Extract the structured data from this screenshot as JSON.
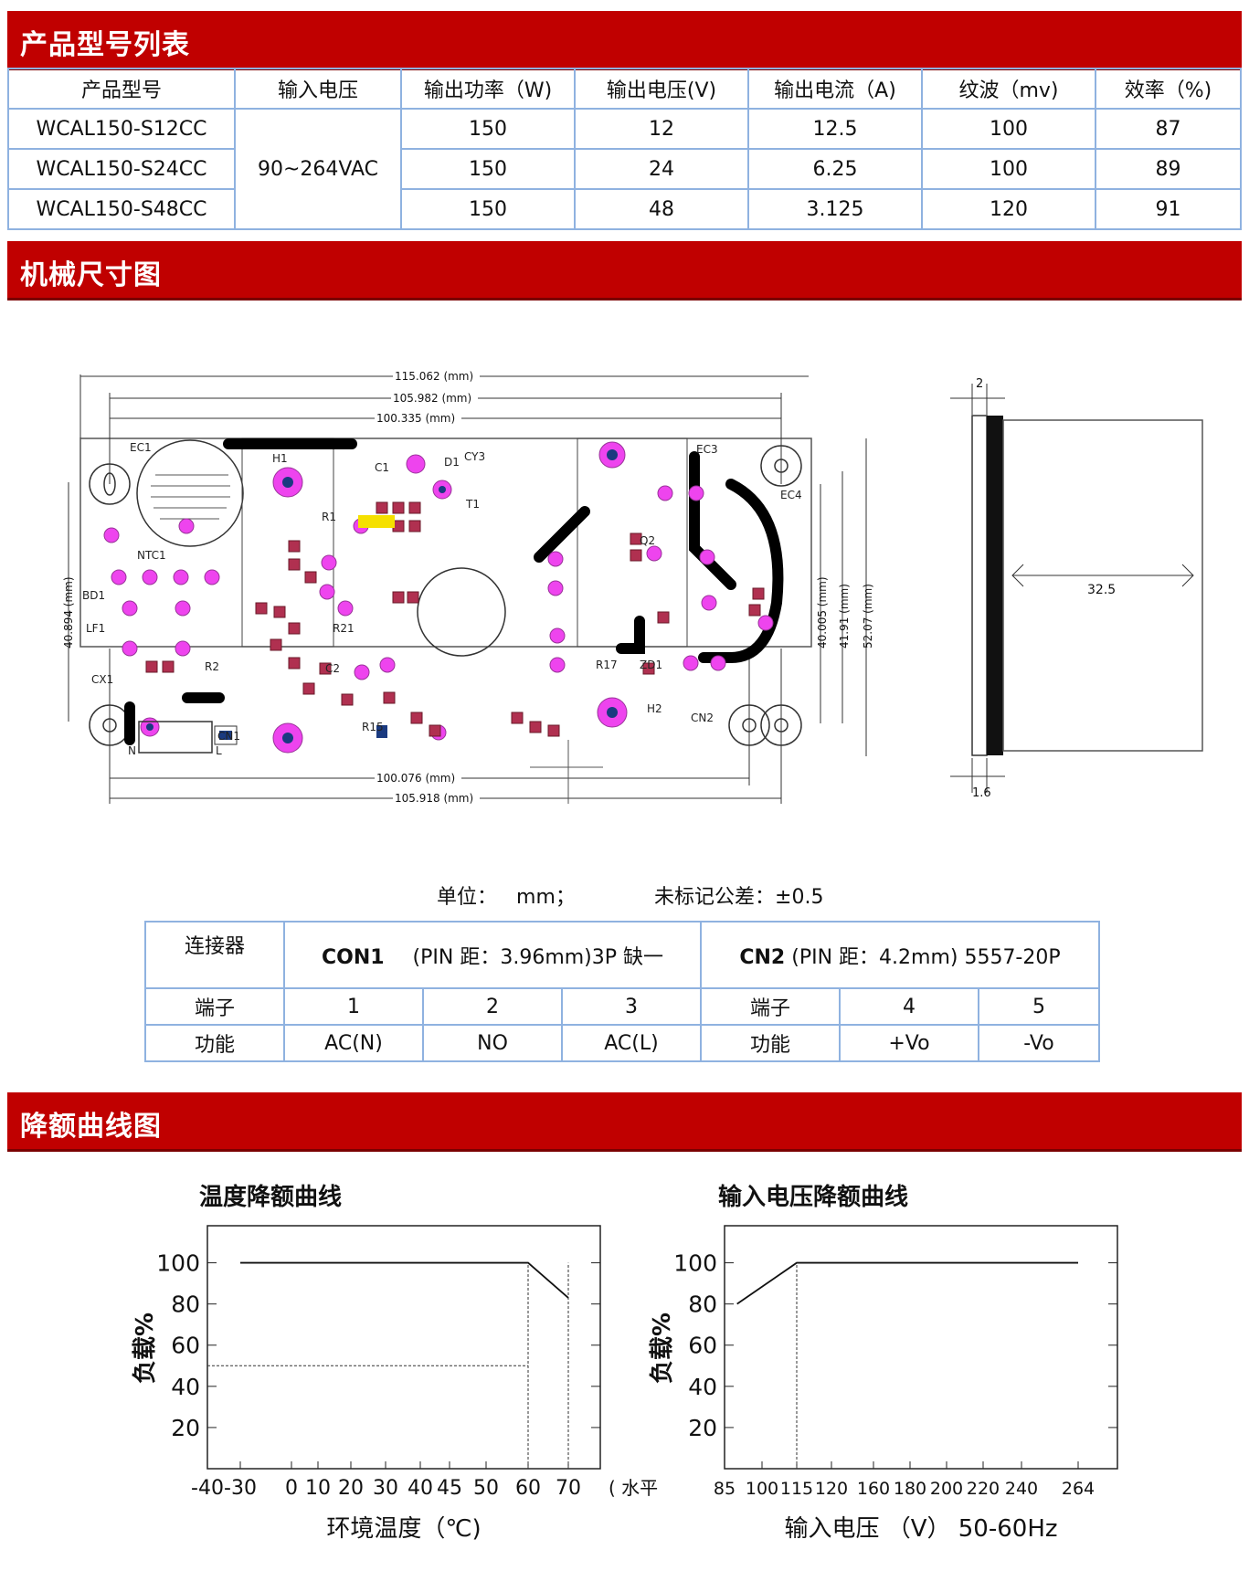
{
  "sections": {
    "product_list": "产品型号列表",
    "mechanical": "机械尺寸图",
    "derating": "降额曲线图"
  },
  "spec_table": {
    "headers": [
      "产品型号",
      "输入电压",
      "输出功率（W)",
      "输出电压(V)",
      "输出电流（A)",
      "纹波（mv)",
      "效率（%)"
    ],
    "input_voltage": "90~264VAC",
    "rows": [
      {
        "model": "WCAL150-S12CC",
        "power": "150",
        "voltage": "12",
        "current": "12.5",
        "ripple": "100",
        "efficiency": "87"
      },
      {
        "model": "WCAL150-S24CC",
        "power": "150",
        "voltage": "24",
        "current": "6.25",
        "ripple": "100",
        "efficiency": "89"
      },
      {
        "model": "WCAL150-S48CC",
        "power": "150",
        "voltage": "48",
        "current": "3.125",
        "ripple": "120",
        "efficiency": "91"
      }
    ]
  },
  "drawing": {
    "dim_top_1": "115.062 (mm)",
    "dim_top_2": "105.982 (mm)",
    "dim_top_3": "100.335 (mm)",
    "dim_bottom_1": "100.076 (mm)",
    "dim_bottom_2": "105.918 (mm)",
    "dim_left": "40.894 (mm)",
    "dim_right_1": "40.005 (mm)",
    "dim_right_2": "41.91 (mm)",
    "dim_right_3": "52.07 (mm)",
    "side_top": "2",
    "side_width": "32.5",
    "side_bottom": "1.6",
    "labels": [
      "EC1",
      "NTC1",
      "BD1",
      "LF1",
      "CX1",
      "H1",
      "R1",
      "C1",
      "D1",
      "CY3",
      "T1",
      "EC3",
      "EC4",
      "H2",
      "CN2",
      "CN1",
      "N",
      "L",
      "C2",
      "R2",
      "R15",
      "ZD1",
      "R17",
      "Q2",
      "R21"
    ]
  },
  "units_note": {
    "unit_label": "单位：",
    "unit_value": "mm；",
    "tolerance_label": "未标记公差：",
    "tolerance_value": "±0.5"
  },
  "connector_table": {
    "header": "连接器",
    "con1_name": "CON1",
    "con1_desc": "(PIN  距：3.96mm)3P  缺一",
    "cn2_name": "CN2",
    "cn2_desc": "(PIN   距：4.2mm) 5557-20P",
    "terminal_label": "端子",
    "function_label": "功能",
    "pins": [
      {
        "pin": "1",
        "function": "AC(N)"
      },
      {
        "pin": "2",
        "function": "NO"
      },
      {
        "pin": "3",
        "function": "AC(L)"
      },
      {
        "pin": "4",
        "function": "+Vo"
      },
      {
        "pin": "5",
        "function": "-Vo"
      }
    ]
  },
  "chart_data": [
    {
      "type": "line",
      "title": "温度降额曲线",
      "xlabel": "环境温度（℃)",
      "ylabel": "负载%",
      "x_ticks": [
        "-40",
        "-30",
        "0",
        "10",
        "20",
        "30",
        "40",
        "45",
        "50",
        "60",
        "70"
      ],
      "x_suffix": "( 水平)",
      "y_ticks": [
        "20",
        "40",
        "60",
        "80",
        "100"
      ],
      "ylim": [
        0,
        118
      ],
      "series": [
        {
          "x": [
            -30,
            60,
            70
          ],
          "y": [
            100,
            100,
            83
          ]
        }
      ],
      "reference_lines": {
        "y": 50,
        "x": [
          60,
          70
        ]
      }
    },
    {
      "type": "line",
      "title": "输入电压降额曲线",
      "xlabel": "输入电压  （V）  50-60Hz",
      "ylabel": "负载%",
      "x_ticks": [
        "85",
        "100",
        "115",
        "120",
        "160",
        "180",
        "200",
        "220",
        "240",
        "264"
      ],
      "y_ticks": [
        "20",
        "40",
        "60",
        "80",
        "100"
      ],
      "ylim": [
        0,
        118
      ],
      "series": [
        {
          "x": [
            90,
            115,
            264
          ],
          "y": [
            80,
            100,
            100
          ]
        }
      ],
      "reference_lines": {
        "x": [
          115
        ]
      }
    }
  ],
  "colors": {
    "banner": "#c00000",
    "table_border": "#8fb2e0",
    "pad": "#ee44ee",
    "trace": "#000000"
  }
}
